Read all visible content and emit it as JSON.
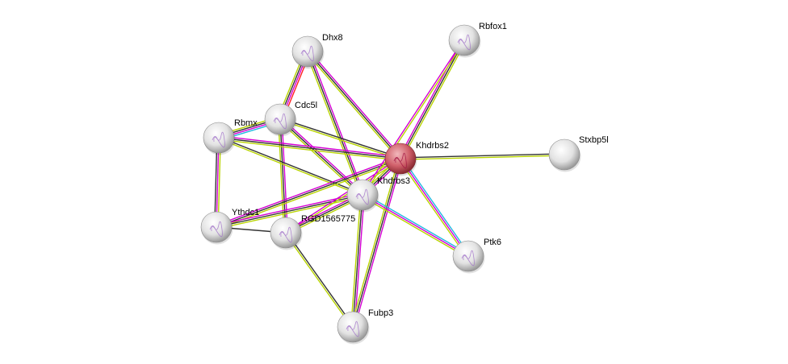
{
  "nodes": [
    {
      "id": "Dhx8",
      "label": "Dhx8",
      "query": false
    },
    {
      "id": "Rbfox1",
      "label": "Rbfox1",
      "query": false
    },
    {
      "id": "Cdc5l",
      "label": "Cdc5l",
      "query": false
    },
    {
      "id": "Rbmx",
      "label": "Rbmx",
      "query": false
    },
    {
      "id": "Khdrbs2",
      "label": "Khdrbs2",
      "query": true
    },
    {
      "id": "Stxbp5l",
      "label": "Stxbp5l",
      "query": false
    },
    {
      "id": "Khdrbs3",
      "label": "Khdrbs3",
      "query": false
    },
    {
      "id": "Ythdc1",
      "label": "Ythdc1",
      "query": false
    },
    {
      "id": "RGD1565775",
      "label": "RGD1565775",
      "query": false
    },
    {
      "id": "Ptk6",
      "label": "Ptk6",
      "query": false
    },
    {
      "id": "Fubp3",
      "label": "Fubp3",
      "query": false
    }
  ],
  "evidence_colors": {
    "experiments": "#d400d4",
    "database": "#22b8e0",
    "textmining": "#b8d400",
    "coexpression": "#333333",
    "fusion": "#ff2020"
  },
  "edges": [
    {
      "a": "Dhx8",
      "b": "Cdc5l",
      "ev": [
        "fusion",
        "experiments",
        "coexpression",
        "textmining"
      ]
    },
    {
      "a": "Dhx8",
      "b": "Khdrbs3",
      "ev": [
        "experiments",
        "coexpression",
        "textmining"
      ]
    },
    {
      "a": "Dhx8",
      "b": "Khdrbs2",
      "ev": [
        "experiments",
        "coexpression",
        "textmining"
      ]
    },
    {
      "a": "Cdc5l",
      "b": "Rbmx",
      "ev": [
        "database",
        "experiments",
        "coexpression",
        "textmining"
      ]
    },
    {
      "a": "Cdc5l",
      "b": "Khdrbs2",
      "ev": [
        "coexpression",
        "textmining"
      ]
    },
    {
      "a": "Cdc5l",
      "b": "Khdrbs3",
      "ev": [
        "experiments",
        "coexpression",
        "textmining"
      ]
    },
    {
      "a": "Cdc5l",
      "b": "RGD1565775",
      "ev": [
        "experiments",
        "coexpression",
        "textmining"
      ]
    },
    {
      "a": "Rbmx",
      "b": "Khdrbs2",
      "ev": [
        "experiments",
        "coexpression",
        "textmining"
      ]
    },
    {
      "a": "Rbmx",
      "b": "Khdrbs3",
      "ev": [
        "coexpression",
        "textmining"
      ]
    },
    {
      "a": "Rbmx",
      "b": "Ythdc1",
      "ev": [
        "textmining",
        "experiments",
        "coexpression"
      ]
    },
    {
      "a": "Ythdc1",
      "b": "Khdrbs2",
      "ev": [
        "experiments",
        "coexpression",
        "textmining"
      ]
    },
    {
      "a": "Ythdc1",
      "b": "Khdrbs3",
      "ev": [
        "experiments",
        "coexpression",
        "textmining"
      ]
    },
    {
      "a": "Ythdc1",
      "b": "RGD1565775",
      "ev": [
        "coexpression"
      ]
    },
    {
      "a": "RGD1565775",
      "b": "Khdrbs2",
      "ev": [
        "experiments",
        "textmining"
      ]
    },
    {
      "a": "RGD1565775",
      "b": "Khdrbs3",
      "ev": [
        "experiments",
        "coexpression",
        "textmining"
      ]
    },
    {
      "a": "RGD1565775",
      "b": "Fubp3",
      "ev": [
        "coexpression",
        "textmining"
      ]
    },
    {
      "a": "Khdrbs3",
      "b": "Fubp3",
      "ev": [
        "experiments",
        "coexpression",
        "textmining"
      ]
    },
    {
      "a": "Khdrbs2",
      "b": "Fubp3",
      "ev": [
        "experiments",
        "coexpression",
        "textmining"
      ]
    },
    {
      "a": "Khdrbs2",
      "b": "Khdrbs3",
      "ev": [
        "experiments",
        "coexpression",
        "textmining"
      ]
    },
    {
      "a": "Khdrbs2",
      "b": "Rbfox1",
      "ev": [
        "experiments",
        "coexpression",
        "textmining"
      ]
    },
    {
      "a": "Khdrbs3",
      "b": "Rbfox1",
      "ev": [
        "experiments",
        "textmining"
      ]
    },
    {
      "a": "Khdrbs2",
      "b": "Stxbp5l",
      "ev": [
        "coexpression",
        "textmining"
      ]
    },
    {
      "a": "Khdrbs2",
      "b": "Ptk6",
      "ev": [
        "database",
        "experiments",
        "textmining"
      ]
    },
    {
      "a": "Khdrbs3",
      "b": "Ptk6",
      "ev": [
        "database",
        "experiments",
        "textmining"
      ]
    }
  ]
}
